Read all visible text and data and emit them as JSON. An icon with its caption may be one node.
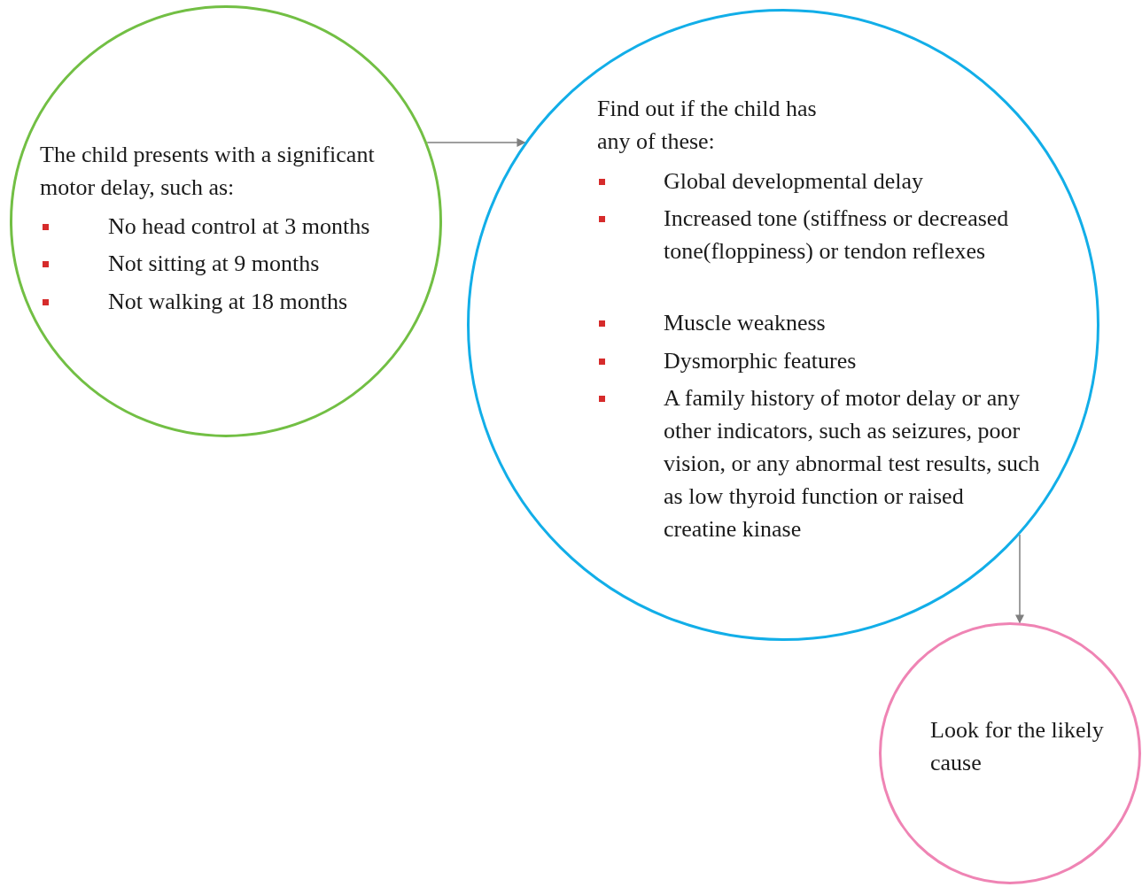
{
  "diagram": {
    "nodes": [
      {
        "text": [
          "The child presents with a significant motor delay, such as:",
          "No head control at 3 months",
          "Not sitting at 9 months",
          "Not walking at 18 months"
        ]
      },
      {
        "text": [
          "Find out if the child has any of these:",
          "Global developmental delay",
          "Increased tone (stiffness or decreased tone(floppiness) or tendon reflexes",
          "Muscle weakness",
          "Dysmorphic features",
          "A family history of motor delay or any other indicators, such as seizures, poor vision, or any abnormal test results, such as low thyroid function or raised creatine kinase"
        ]
      },
      {
        "text": [
          "Look for the likely cause"
        ]
      }
    ],
    "edges": [
      {
        "from": 0,
        "to": 1,
        "arrow": "to"
      },
      {
        "from": 1,
        "to": 2,
        "arrow": "to"
      }
    ]
  }
}
